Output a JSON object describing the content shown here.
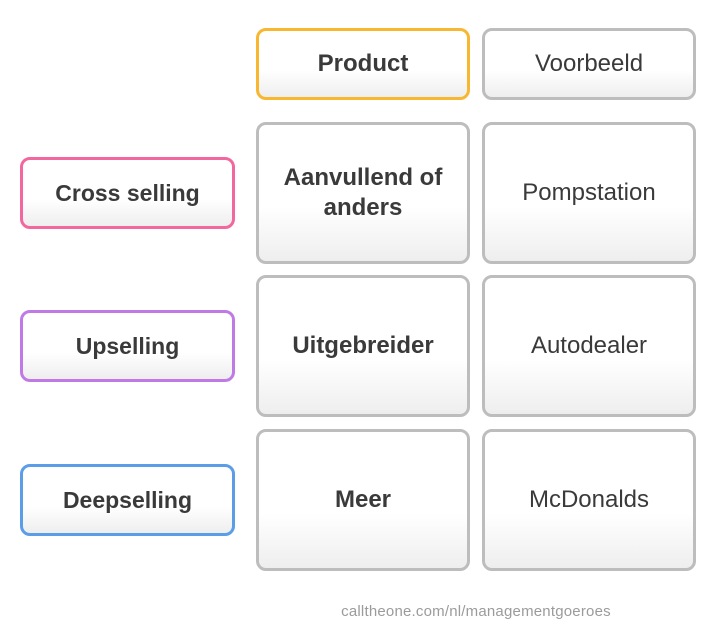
{
  "header": {
    "product": "Product",
    "example": "Voorbeeld"
  },
  "rows": [
    {
      "label": "Cross selling",
      "product": "Aanvullend of anders",
      "example": "Pompstation",
      "color": "#f2689e"
    },
    {
      "label": "Upselling",
      "product": "Uitgebreider",
      "example": "Autodealer",
      "color": "#c07ae6"
    },
    {
      "label": "Deepselling",
      "product": "Meer",
      "example": "McDonalds",
      "color": "#5b9de6"
    }
  ],
  "colors": {
    "product_header_border": "#f8b731",
    "grey_border": "#bdbdbd",
    "text": "#3a3a3a",
    "footer_text": "#9b9b9b"
  },
  "footer": {
    "credit": "calltheone.com/nl/managementgoeroes"
  }
}
